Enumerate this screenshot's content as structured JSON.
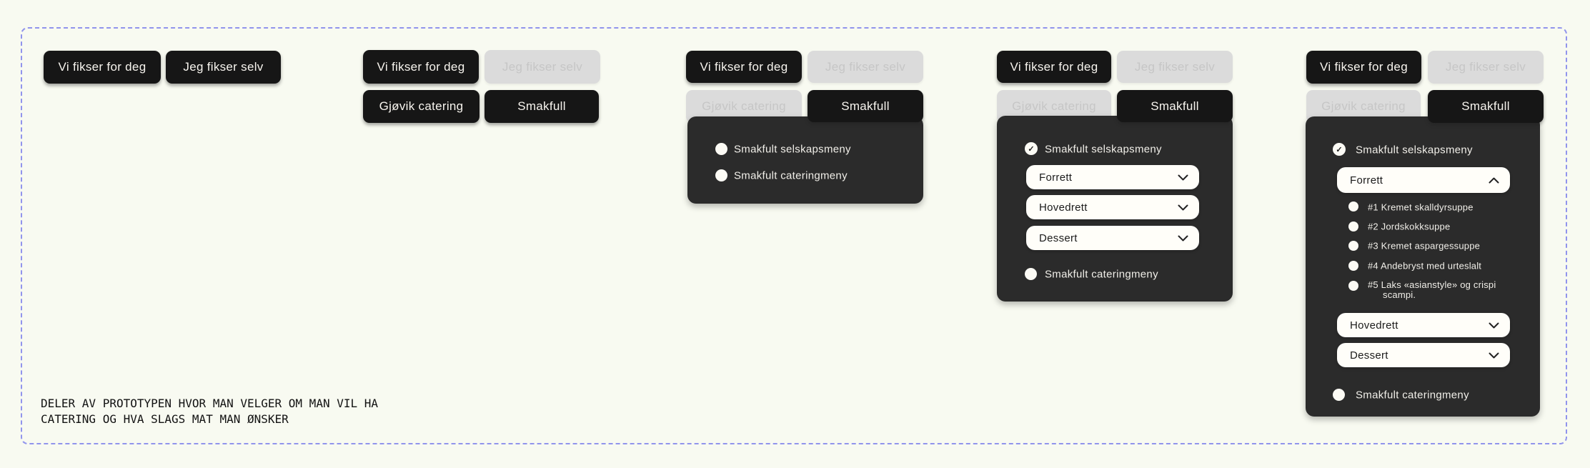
{
  "colors": {
    "background": "#F8FAF1",
    "frame_border": "#9194EC",
    "button_dark_bg": "#161616",
    "button_dark_text": "#F7F4EE",
    "button_disabled_bg": "#DBDBDB",
    "button_disabled_text": "#C6C6C6",
    "panel_bg": "#2B2B2B",
    "panel_text": "#F1EFE9",
    "dropdown_bg": "#FFFEF9",
    "dropdown_text": "#1B1B1B"
  },
  "icons": {
    "check_glyph": "✓",
    "chevron_down": "chevron-down",
    "chevron_up": "chevron-up"
  },
  "buttons": {
    "vi_fikser": "Vi fikser for deg",
    "jeg_fikser": "Jeg fikser selv",
    "gjovik": "Gjøvik catering",
    "smakfull": "Smakfull"
  },
  "options": {
    "selskapsmeny": "Smakfult selskapsmeny",
    "cateringmeny": "Smakfult cateringmeny"
  },
  "dropdowns": {
    "forrett": "Forrett",
    "hovedrett": "Hovedrett",
    "dessert": "Dessert"
  },
  "menu_items": [
    "#1 Kremet skalldyrsuppe",
    "#2 Jordskokksuppe",
    "#3 Kremet aspargessuppe",
    "#4 Andebryst med urteslalt",
    "#5 Laks «asianstyle» og crispi scampi."
  ],
  "caption": {
    "line1": "DELER AV PROTOTYPEN HVOR MAN VELGER OM MAN VIL HA",
    "line2": "CATERING OG HVA SLAGS MAT MAN ØNSKER"
  }
}
